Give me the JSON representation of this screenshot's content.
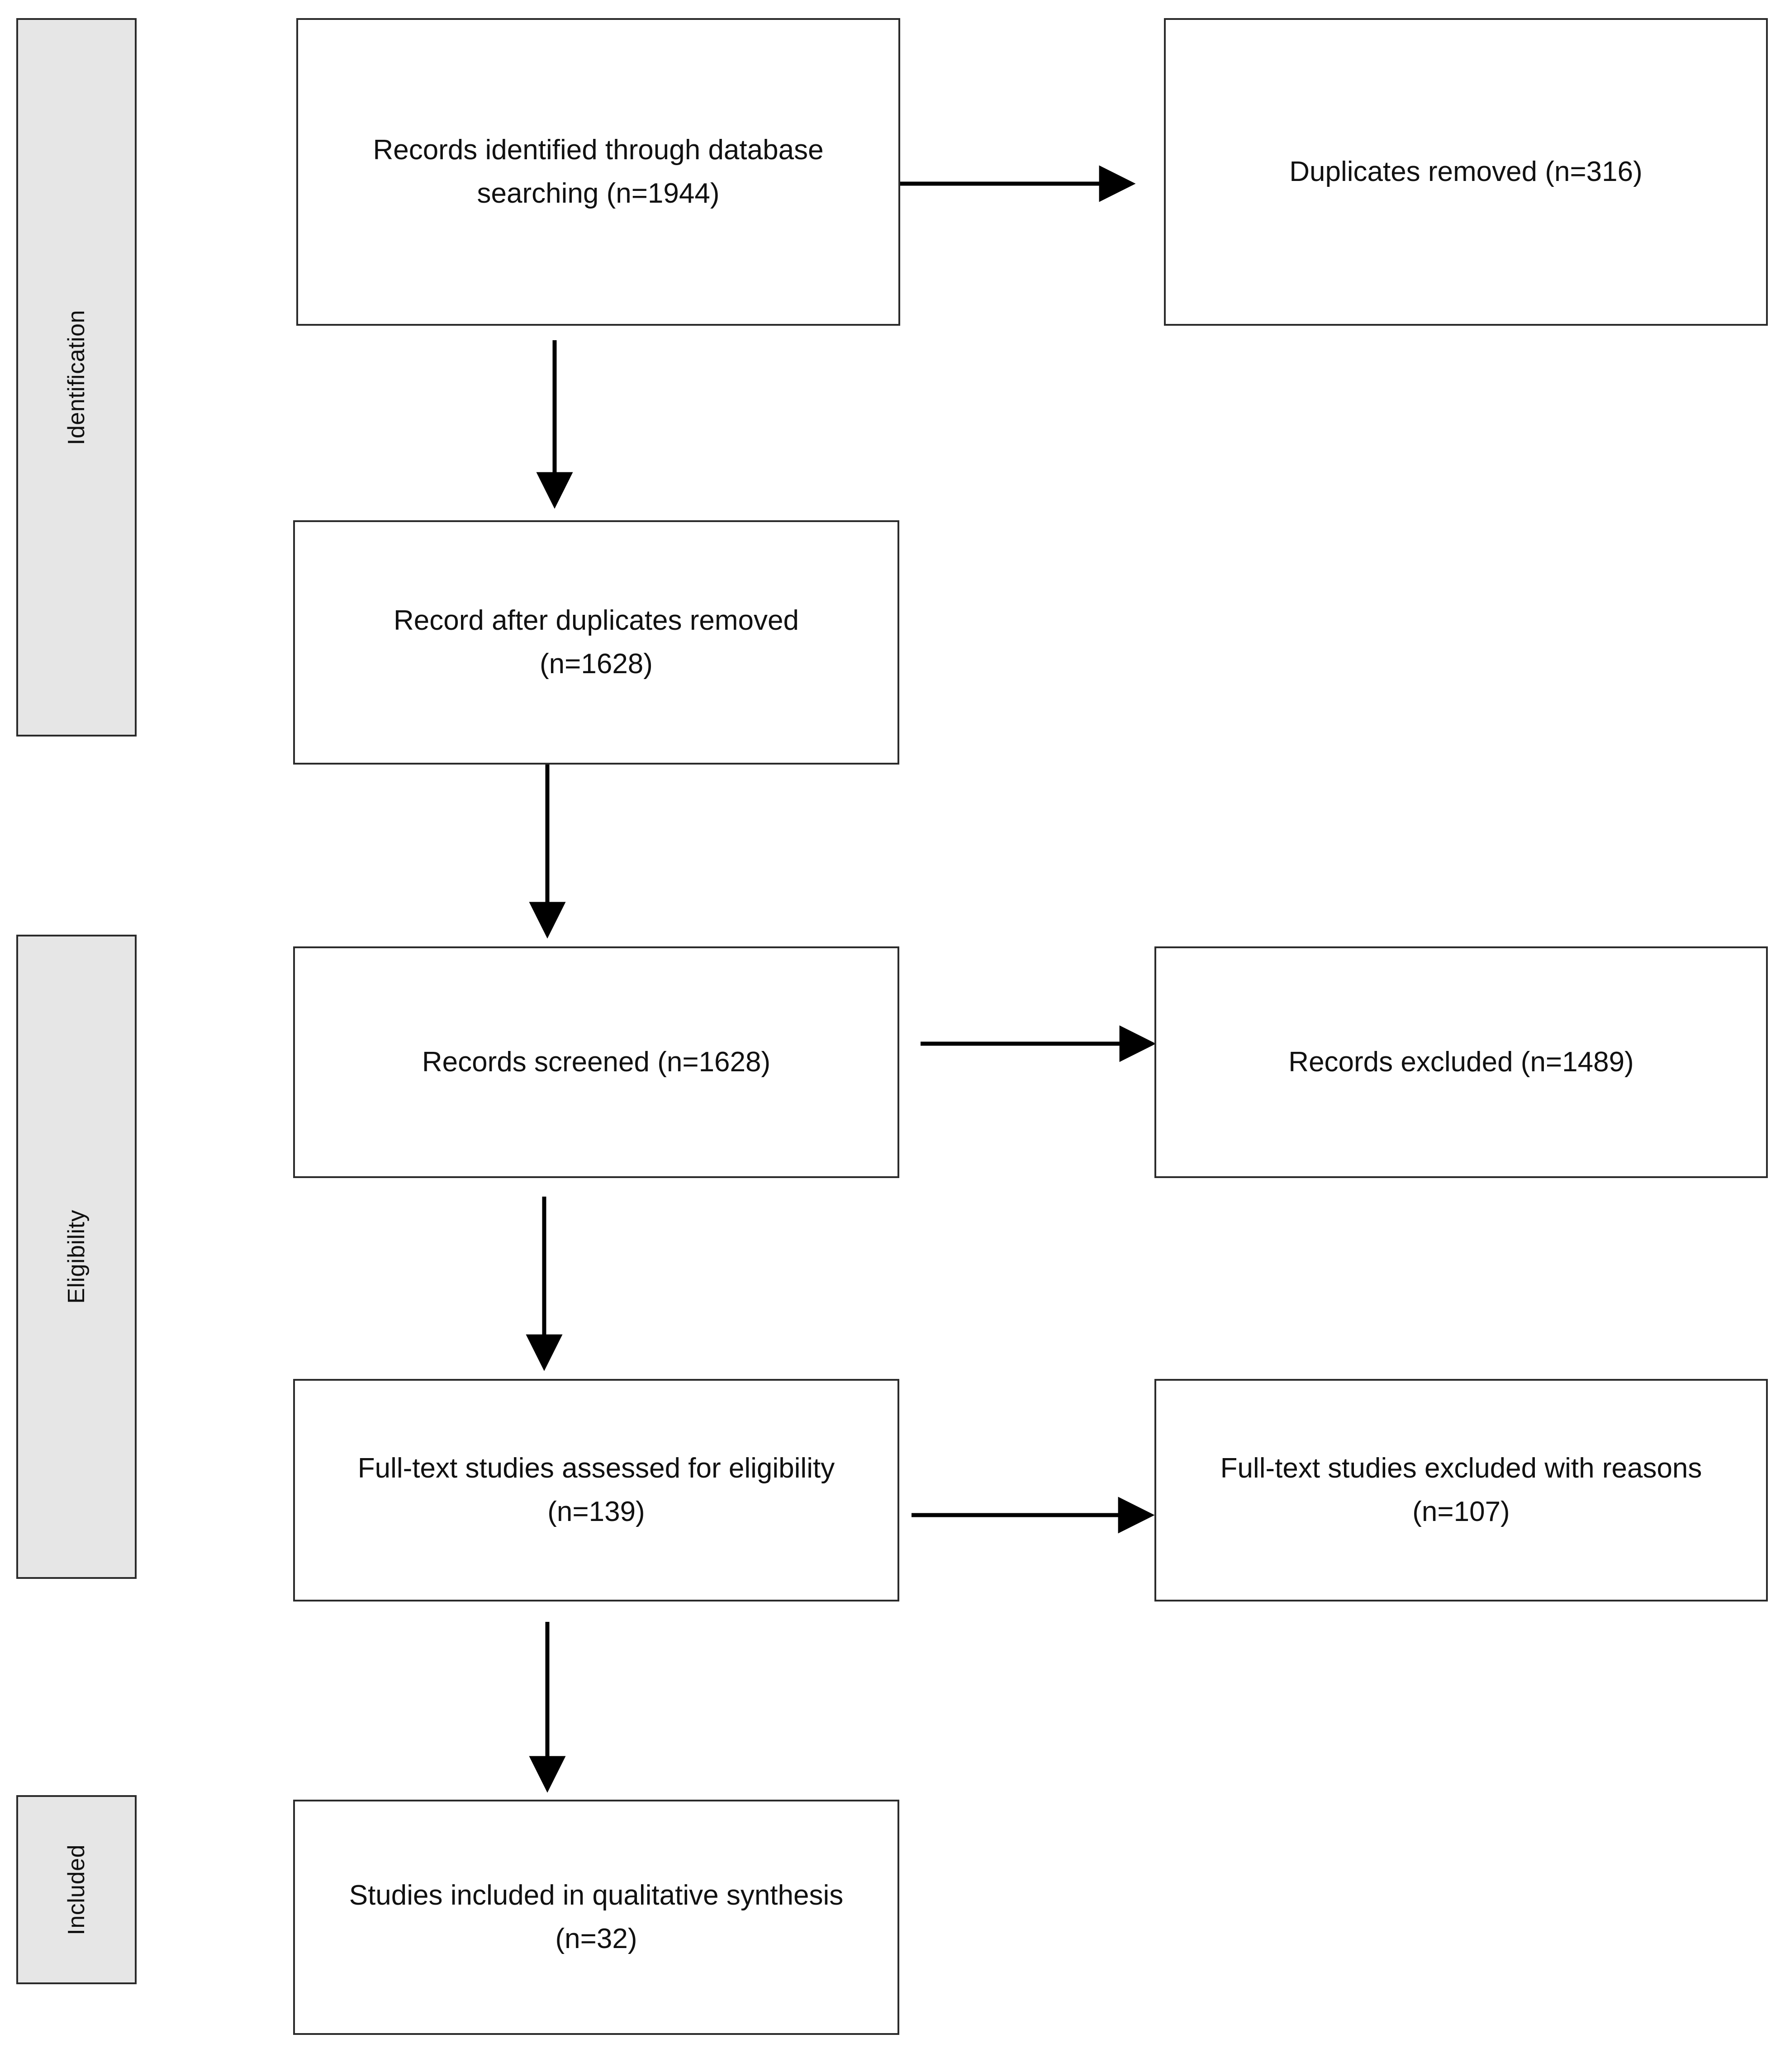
{
  "diagram": {
    "type": "prisma-flow-diagram",
    "stages": [
      {
        "id": "identification",
        "label": "Identification"
      },
      {
        "id": "eligibility",
        "label": "Eligibility"
      },
      {
        "id": "included",
        "label": "Included"
      }
    ],
    "boxes": [
      {
        "id": "records-identified",
        "line1": "Records identified through database",
        "line2": "searching (n=1944)",
        "count": 1944
      },
      {
        "id": "duplicates-removed",
        "line1": "Duplicates removed (n=316)",
        "line2": "",
        "count": 316
      },
      {
        "id": "records-after-duplicates",
        "line1": "Record after duplicates removed",
        "line2": "(n=1628)",
        "count": 1628
      },
      {
        "id": "records-screened",
        "line1": "Records screened (n=1628)",
        "line2": "",
        "count": 1628
      },
      {
        "id": "records-excluded",
        "line1": "Records excluded (n=1489)",
        "line2": "",
        "count": 1489
      },
      {
        "id": "fulltext-assessed",
        "line1": "Full-text studies assessed for eligibility",
        "line2": "(n=139)",
        "count": 139
      },
      {
        "id": "fulltext-excluded",
        "line1": "Full-text studies excluded with reasons",
        "line2": "(n=107)",
        "count": 107
      },
      {
        "id": "studies-included",
        "line1": "Studies included in qualitative synthesis",
        "line2": "(n=32)",
        "count": 32
      }
    ],
    "connectors": [
      {
        "id": "identified-to-duplicates",
        "from": "records-identified",
        "to": "duplicates-removed",
        "direction": "right"
      },
      {
        "id": "identified-to-after-duplicates",
        "from": "records-identified",
        "to": "records-after-duplicates",
        "direction": "down"
      },
      {
        "id": "after-duplicates-to-screened",
        "from": "records-after-duplicates",
        "to": "records-screened",
        "direction": "down"
      },
      {
        "id": "screened-to-excluded",
        "from": "records-screened",
        "to": "records-excluded",
        "direction": "right"
      },
      {
        "id": "screened-to-fulltext",
        "from": "records-screened",
        "to": "fulltext-assessed",
        "direction": "down"
      },
      {
        "id": "fulltext-to-excluded",
        "from": "fulltext-assessed",
        "to": "fulltext-excluded",
        "direction": "right"
      },
      {
        "id": "fulltext-to-included",
        "from": "fulltext-assessed",
        "to": "studies-included",
        "direction": "down"
      }
    ],
    "colors": {
      "stage_fill": "#e6e6e6",
      "border": "#2b2b2b",
      "box_fill": "#ffffff",
      "text": "#111111",
      "connector": "#000000"
    }
  }
}
